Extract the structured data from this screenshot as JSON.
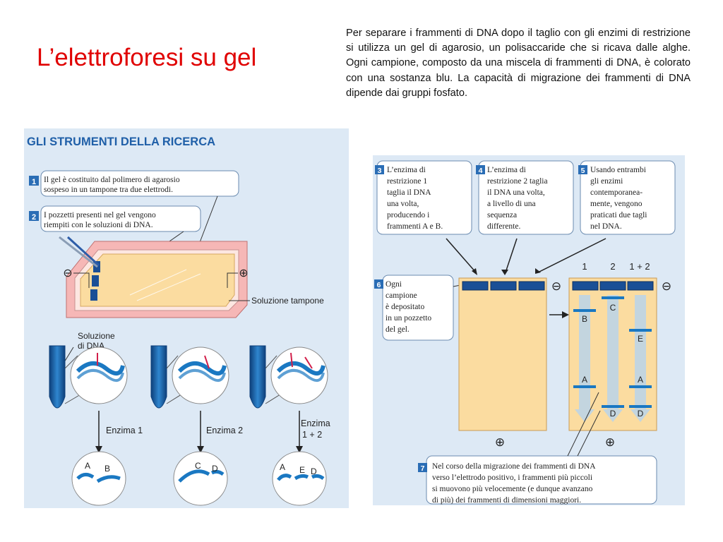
{
  "slide": {
    "title": "L’elettroforesi su gel",
    "intro": "Per separare i frammenti di DNA dopo il taglio con gli enzimi di restrizione si utilizza un gel di agarosio, un polisaccaride che si ricava dalle alghe. Ogni campione, composto da una miscela di frammenti di DNA, è colorato con una sostanza blu. La capacità di migrazione dei frammenti di DNA dipende dai gruppi fosfato."
  },
  "left_panel": {
    "heading": "GLI STRUMENTI DELLA RICERCA",
    "step1": {
      "num": "1",
      "lines": [
        "Il gel è costituito dal polimero di agarosio",
        "sospeso in un tampone tra due elettrodi."
      ]
    },
    "step2": {
      "num": "2",
      "lines": [
        "I pozzetti presenti nel gel vengono",
        "riempiti con le soluzioni di DNA."
      ]
    },
    "minus": "⊖",
    "plus": "⊕",
    "buffer_label": "Soluzione tampone",
    "dna_solution": [
      "Soluzione",
      "di DNA"
    ],
    "enzyme1": "Enzima 1",
    "enzyme2": "Enzima 2",
    "enzyme12": [
      "Enzima",
      "1 + 2"
    ],
    "frag_A": "A",
    "frag_B": "B",
    "frag_C": "C",
    "frag_D": "D",
    "frag_E": "E"
  },
  "right_panel": {
    "step3": {
      "num": "3",
      "lines": [
        "L’enzima di",
        "restrizione 1",
        "taglia il DNA",
        "una volta,",
        "producendo i",
        "frammenti A e B."
      ]
    },
    "step4": {
      "num": "4",
      "lines": [
        "L’enzima di",
        "restrizione 2 taglia",
        "il DNA una volta,",
        "a livello di una",
        "sequenza",
        "differente."
      ]
    },
    "step5": {
      "num": "5",
      "lines": [
        "Usando entrambi",
        "gli enzimi",
        "contemporanea-",
        "mente, vengono",
        "praticati due tagli",
        "nel DNA."
      ]
    },
    "step6": {
      "num": "6",
      "lines": [
        "Ogni",
        "campione",
        "è depositato",
        "in un pozzetto",
        "del gel."
      ]
    },
    "step7": {
      "num": "7",
      "lines": [
        "Nel corso della migrazione dei frammenti di DNA",
        "verso l’elettrodo positivo, i frammenti più piccoli",
        "si muovono più velocemente (e dunque avanzano",
        "di più) dei frammenti di dimensioni maggiori."
      ]
    },
    "lane1": "1",
    "lane2": "2",
    "lane12": "1 + 2",
    "minus": "⊖",
    "plus": "⊕",
    "band_B": "B",
    "band_C": "C",
    "band_E": "E",
    "band_A1": "A",
    "band_A3": "A",
    "band_D2": "D",
    "band_D3": "D"
  },
  "colors": {
    "title_red": "#e00000",
    "panel_bg": "#dde9f5",
    "gel_fill": "#fbdca0",
    "dna_blue": "#1a78c2",
    "number_box": "#2a6db5",
    "heading_blue": "#1f5fa8"
  }
}
